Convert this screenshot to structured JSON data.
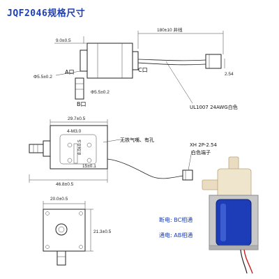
{
  "title": "JQF2046规格尺寸",
  "top_view": {
    "dim_length": "180±10  井线",
    "dim_width": "9.0±0.5",
    "dim_port_dia_a": "Φ5.5±0.2",
    "dim_port_dia_b": "Φ5.5±0.2",
    "dim_pitch": "2.54",
    "port_a": "A口",
    "port_b": "B口",
    "port_c": "C口",
    "wire_label": "UL1007 24AWG白色"
  },
  "side_view": {
    "dim_body_len": "29.7±0.5",
    "dim_hole": "4-M3.0",
    "dim_height": "8.0±0.5",
    "dim_pitch": "15±0.1",
    "dim_total": "46.8±0.5",
    "note_nozzle": "无铁气嘴、有孔",
    "connector": "XH 2P-2.54",
    "connector_desc": "白色端子"
  },
  "end_view": {
    "dim_width": "20.0±0.5",
    "dim_height": "21.3±0.5"
  },
  "notes": {
    "off": "断电: BC相通",
    "on": "通电: AB相通"
  }
}
